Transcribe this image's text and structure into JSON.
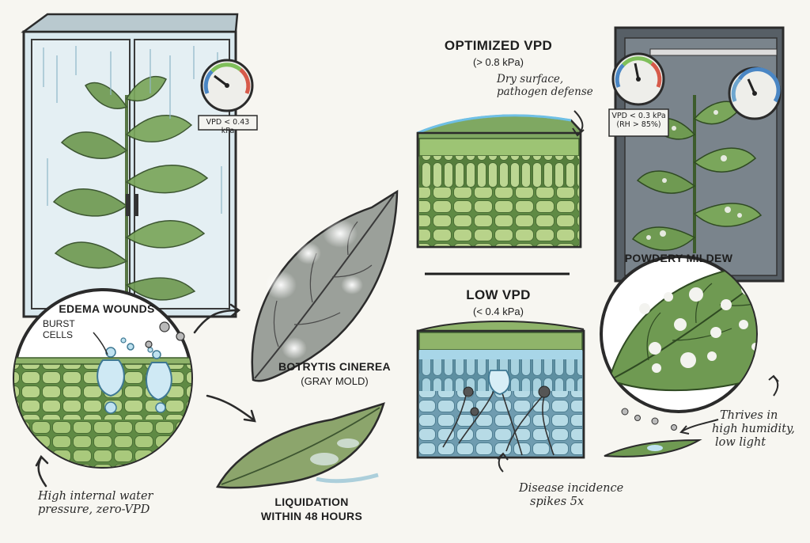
{
  "sections": {
    "edema": {
      "title": "EDEMA WOUNDS",
      "burst_label": [
        "BURST",
        "CELLS"
      ],
      "gauge_label": "VPD < 0.43 kPa",
      "note": [
        "High internal water",
        "pressure, zero-VPD"
      ]
    },
    "botrytis": {
      "title": "BOTRYTIS CINEREA",
      "subtitle": "(GRAY MOLD)"
    },
    "liquidation": {
      "title": [
        "LIQUIDATION",
        "WITHIN 48 HOURS"
      ]
    },
    "optimized": {
      "title": "OPTIMIZED VPD",
      "subtitle": "(> 0.8 kPa)",
      "note": [
        "Dry surface,",
        "pathogen defense"
      ]
    },
    "low": {
      "title": "LOW VPD",
      "subtitle": "(< 0.4 kPa)",
      "note": [
        "Disease incidence",
        "spikes 5x"
      ]
    },
    "mildew": {
      "title": "POWDERY MILDEW",
      "gauge_label": [
        "VPD < 0.3 kPa",
        "(RH > 85%)"
      ],
      "note": [
        "Thrives in",
        "high humidity,",
        "low light"
      ]
    }
  },
  "colors": {
    "leaf_green": "#7fa862",
    "cell_green": "#b9d48c",
    "water_blue": "#a9d3e6",
    "mold_gray": "#9aa19a",
    "ink": "#2b2b2b"
  },
  "icons": [
    "gauge-icon",
    "arrow-icon",
    "spore-icon",
    "leaf-icon"
  ]
}
